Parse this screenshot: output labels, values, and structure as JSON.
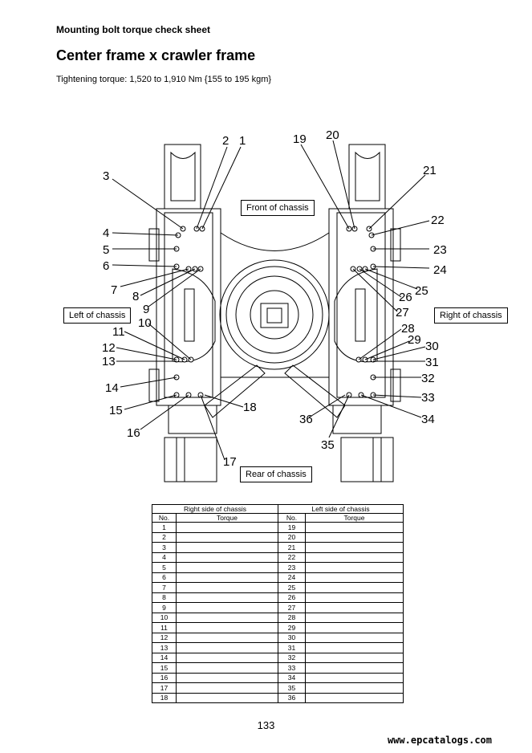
{
  "header": {
    "sheet_title": "Mounting bolt torque check sheet",
    "title": "Center frame x crawler frame",
    "torque_spec": "Tightening torque: 1,520 to 1,910 Nm {155 to 195 kgm}"
  },
  "diagram": {
    "front_label": "Front of chassis",
    "rear_label": "Rear of chassis",
    "left_label": "Left of chassis",
    "right_label": "Right of chassis",
    "callouts": [
      "1",
      "2",
      "3",
      "4",
      "5",
      "6",
      "7",
      "8",
      "9",
      "10",
      "11",
      "12",
      "13",
      "14",
      "15",
      "16",
      "17",
      "18",
      "19",
      "20",
      "21",
      "22",
      "23",
      "24",
      "25",
      "26",
      "27",
      "28",
      "29",
      "30",
      "31",
      "32",
      "33",
      "34",
      "35",
      "36"
    ]
  },
  "table": {
    "group_left": "Right side of chassis",
    "group_right": "Left side of chassis",
    "col_no": "No.",
    "col_torque": "Torque",
    "rows": [
      {
        "left_no": "1",
        "right_no": "19"
      },
      {
        "left_no": "2",
        "right_no": "20"
      },
      {
        "left_no": "3",
        "right_no": "21"
      },
      {
        "left_no": "4",
        "right_no": "22"
      },
      {
        "left_no": "5",
        "right_no": "23"
      },
      {
        "left_no": "6",
        "right_no": "24"
      },
      {
        "left_no": "7",
        "right_no": "25"
      },
      {
        "left_no": "8",
        "right_no": "26"
      },
      {
        "left_no": "9",
        "right_no": "27"
      },
      {
        "left_no": "10",
        "right_no": "28"
      },
      {
        "left_no": "11",
        "right_no": "29"
      },
      {
        "left_no": "12",
        "right_no": "30"
      },
      {
        "left_no": "13",
        "right_no": "31"
      },
      {
        "left_no": "14",
        "right_no": "32"
      },
      {
        "left_no": "15",
        "right_no": "33"
      },
      {
        "left_no": "16",
        "right_no": "34"
      },
      {
        "left_no": "17",
        "right_no": "35"
      },
      {
        "left_no": "18",
        "right_no": "36"
      }
    ]
  },
  "footer": {
    "page_number": "133",
    "watermark": "www.epcatalogs.com"
  }
}
